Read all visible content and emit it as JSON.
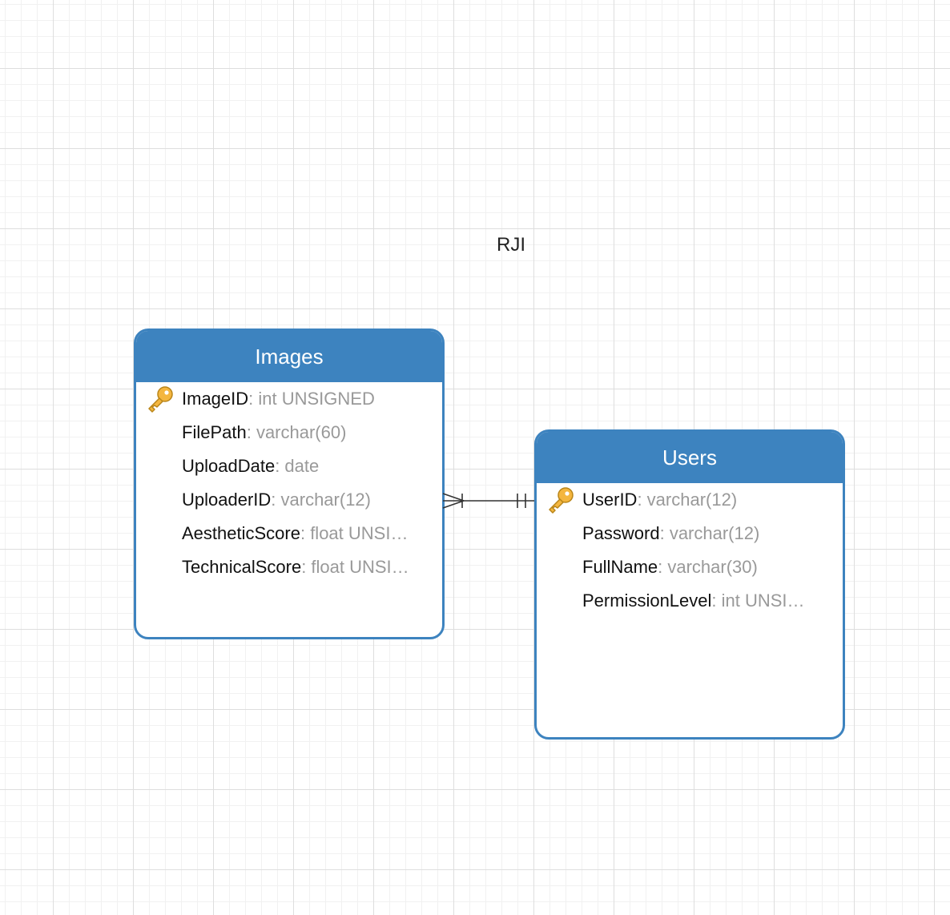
{
  "diagram": {
    "title": "RJI"
  },
  "entities": {
    "images": {
      "name": "Images",
      "attributes": [
        {
          "name": "ImageID",
          "type": ": int UNSIGNED",
          "primary_key": true
        },
        {
          "name": "FilePath",
          "type": ": varchar(60)",
          "primary_key": false
        },
        {
          "name": "UploadDate",
          "type": ": date",
          "primary_key": false
        },
        {
          "name": "UploaderID",
          "type": ": varchar(12)",
          "primary_key": false
        },
        {
          "name": "AestheticScore",
          "type": ": float UNSI…",
          "primary_key": false
        },
        {
          "name": "TechnicalScore",
          "type": ": float UNSI…",
          "primary_key": false
        }
      ]
    },
    "users": {
      "name": "Users",
      "attributes": [
        {
          "name": "UserID",
          "type": ": varchar(12)",
          "primary_key": true
        },
        {
          "name": "Password",
          "type": ": varchar(12)",
          "primary_key": false
        },
        {
          "name": "FullName",
          "type": ": varchar(30)",
          "primary_key": false
        },
        {
          "name": "PermissionLevel",
          "type": ": int UNSI…",
          "primary_key": false
        }
      ]
    }
  },
  "relationship": {
    "from": "Images.UploaderID",
    "to": "Users.UserID",
    "from_cardinality": "one-or-many",
    "to_cardinality": "exactly-one"
  },
  "colors": {
    "entity_header": "#3d83bf",
    "attribute_type": "#999999",
    "key_icon": "#f4b63f"
  },
  "icons": {
    "primary_key": "key-icon"
  }
}
